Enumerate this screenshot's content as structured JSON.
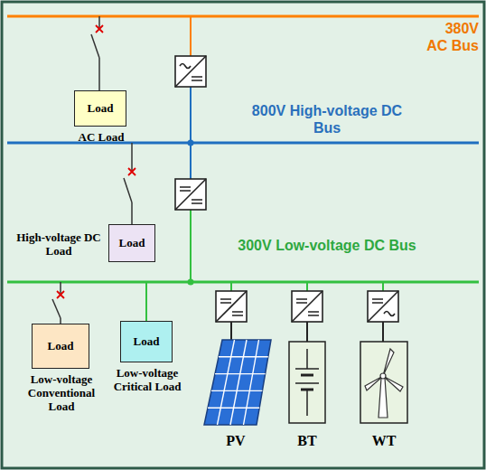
{
  "diagram": {
    "nodes": [
      {
        "text": [
          "Load",
          "AC Load"
        ]
      },
      {
        "text": [
          "Load",
          "High-voltage DC Load"
        ]
      },
      {
        "text": [
          "Load",
          "Low-voltage Conventional Load"
        ]
      },
      {
        "text": [
          "Load",
          "Low-voltage Critical Load"
        ]
      }
    ],
    "labels": [
      "380V AC Bus",
      "800V High-voltage DC Bus",
      "300V Low-voltage DC Bus",
      "PV",
      "BT",
      "WT"
    ]
  }
}
